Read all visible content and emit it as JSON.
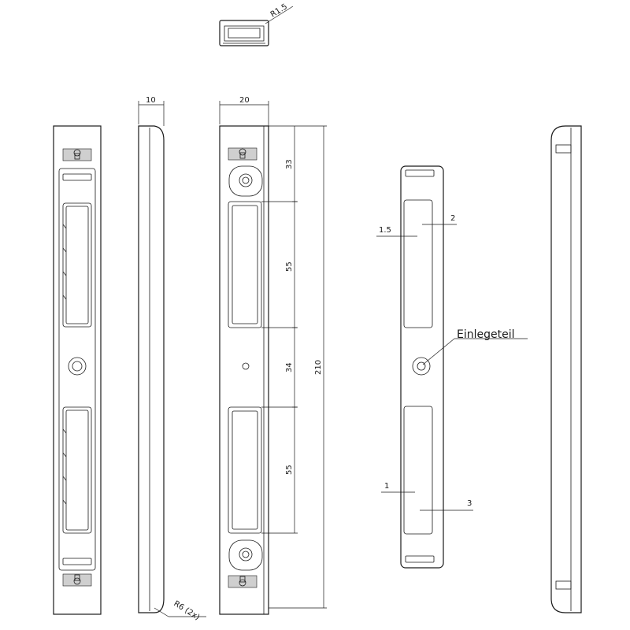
{
  "dimensions": {
    "radius_small": "R1.5",
    "thickness": "10",
    "width": "20",
    "gap_top": "33",
    "slot_upper": "55",
    "middle": "34",
    "slot_lower": "55",
    "total_length": "210",
    "radius_ends": "R6 (2x)",
    "offset_a": "1.5",
    "offset_b": "2",
    "offset_c": "1",
    "offset_d": "3"
  },
  "labels": {
    "insert_part": "Einlegeteil"
  },
  "colors": {
    "line": "#1a1a1a",
    "hatch": "#cfcfcf",
    "background": "#ffffff"
  }
}
